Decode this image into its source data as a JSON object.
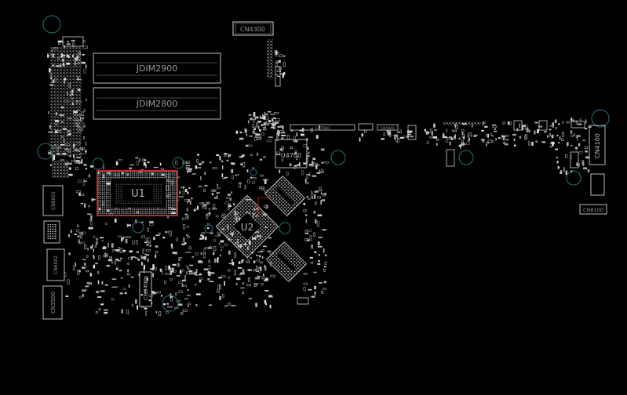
{
  "board": {
    "background": "#000000",
    "trace_color": "#d9d9d9",
    "highlight_color": "#c0282d",
    "via_color": "#2f6f78"
  },
  "labels": {
    "cn4300": "CN4300",
    "jdim2900": "JDIM2900",
    "jdim2800": "JDIM2800",
    "u4700": "U4700",
    "u1": "U1",
    "u2": "U2",
    "cn4100": "CN4100",
    "cn8100": "CN8100",
    "cn3400": "CN3400",
    "cn3500": "CN3500",
    "cn6001": "CN6001",
    "cn6002": "CN6002",
    "cn7500": "CN7500",
    "cn5000": "CN5000"
  }
}
